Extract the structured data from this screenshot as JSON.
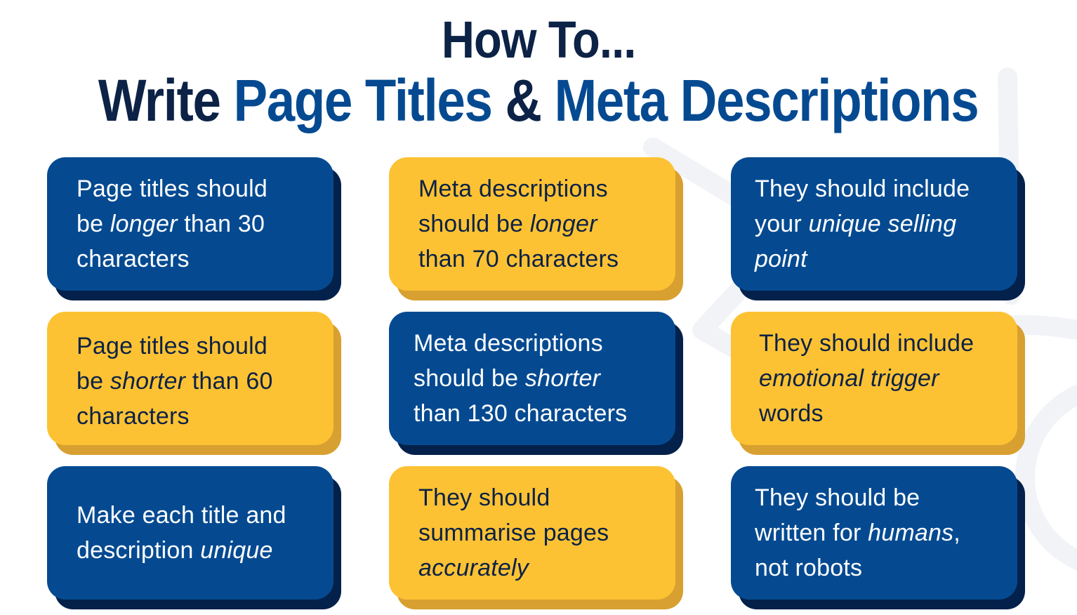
{
  "header": {
    "line1": "How To...",
    "line2_parts": [
      {
        "text": "Write ",
        "color": "navy"
      },
      {
        "text": "Page Titles",
        "color": "blue"
      },
      {
        "text": " & ",
        "color": "navy"
      },
      {
        "text": "Meta Descriptions",
        "color": "blue"
      }
    ]
  },
  "colors": {
    "navy": "#0C2246",
    "blue": "#054A91",
    "blue_card": "#054A91",
    "blue_card_shadow": "#03214A",
    "yellow_card": "#FDC233",
    "yellow_card_shadow": "#D8A030",
    "background": "#FFFFFF",
    "decoration": "#F1F3F7"
  },
  "cards": [
    {
      "id": "c1",
      "style": "blue",
      "parts": [
        [
          "Page titles should be ",
          false
        ],
        [
          "longer",
          true
        ],
        [
          " than 30 characters",
          false
        ]
      ]
    },
    {
      "id": "c2",
      "style": "yellow",
      "parts": [
        [
          "Meta descriptions should be ",
          false
        ],
        [
          "longer",
          true
        ],
        [
          " than 70 characters",
          false
        ]
      ]
    },
    {
      "id": "c3",
      "style": "blue",
      "parts": [
        [
          "They should include your ",
          false
        ],
        [
          "unique selling point",
          true
        ]
      ]
    },
    {
      "id": "c4",
      "style": "yellow",
      "parts": [
        [
          "Page titles should be ",
          false
        ],
        [
          "shorter",
          true
        ],
        [
          " than 60 characters",
          false
        ]
      ]
    },
    {
      "id": "c5",
      "style": "blue",
      "parts": [
        [
          "Meta descriptions should be ",
          false
        ],
        [
          "shorter",
          true
        ],
        [
          " than 130 characters",
          false
        ]
      ]
    },
    {
      "id": "c6",
      "style": "yellow",
      "parts": [
        [
          "They should include ",
          false
        ],
        [
          "emotional trigger",
          true
        ],
        [
          " words",
          false
        ]
      ]
    },
    {
      "id": "c7",
      "style": "blue",
      "parts": [
        [
          "Make each title and description ",
          false
        ],
        [
          "unique",
          true
        ]
      ]
    },
    {
      "id": "c8",
      "style": "yellow",
      "parts": [
        [
          "They should summarise pages ",
          false
        ],
        [
          "accurately",
          true
        ]
      ]
    },
    {
      "id": "c9",
      "style": "blue",
      "parts": [
        [
          "They should be written for ",
          false
        ],
        [
          "humans",
          true
        ],
        [
          ", not robots",
          false
        ]
      ]
    }
  ],
  "card_lines": {
    "c1": {
      "l1": "Page titles should",
      "l2a": "be ",
      "l2i": "longer",
      "l2b": " than 30",
      "l3": "characters"
    },
    "c2": {
      "l1": "Meta descriptions",
      "l2a": "should be ",
      "l2i": "longer",
      "l3": "than 70 characters"
    },
    "c3": {
      "l1": "They should include",
      "l2a": "your ",
      "l2i": "unique selling",
      "l3i": "point"
    },
    "c4": {
      "l1": "Page titles should",
      "l2a": "be ",
      "l2i": "shorter",
      "l2b": " than 60",
      "l3": "characters"
    },
    "c5": {
      "l1": "Meta descriptions",
      "l2a": "should be ",
      "l2i": "shorter",
      "l3": "than 130 characters"
    },
    "c6": {
      "l1": "They should include",
      "l2i": "emotional trigger",
      "l3": "words"
    },
    "c7": {
      "l1": "Make each title and",
      "l2a": "description ",
      "l2i": "unique"
    },
    "c8": {
      "l1": "They should",
      "l2a": "summarise pages",
      "l3i": "accurately"
    },
    "c9": {
      "l1": "They should be",
      "l2a": "written for ",
      "l2i": "humans",
      "l2b": ",",
      "l3": "not robots"
    }
  }
}
